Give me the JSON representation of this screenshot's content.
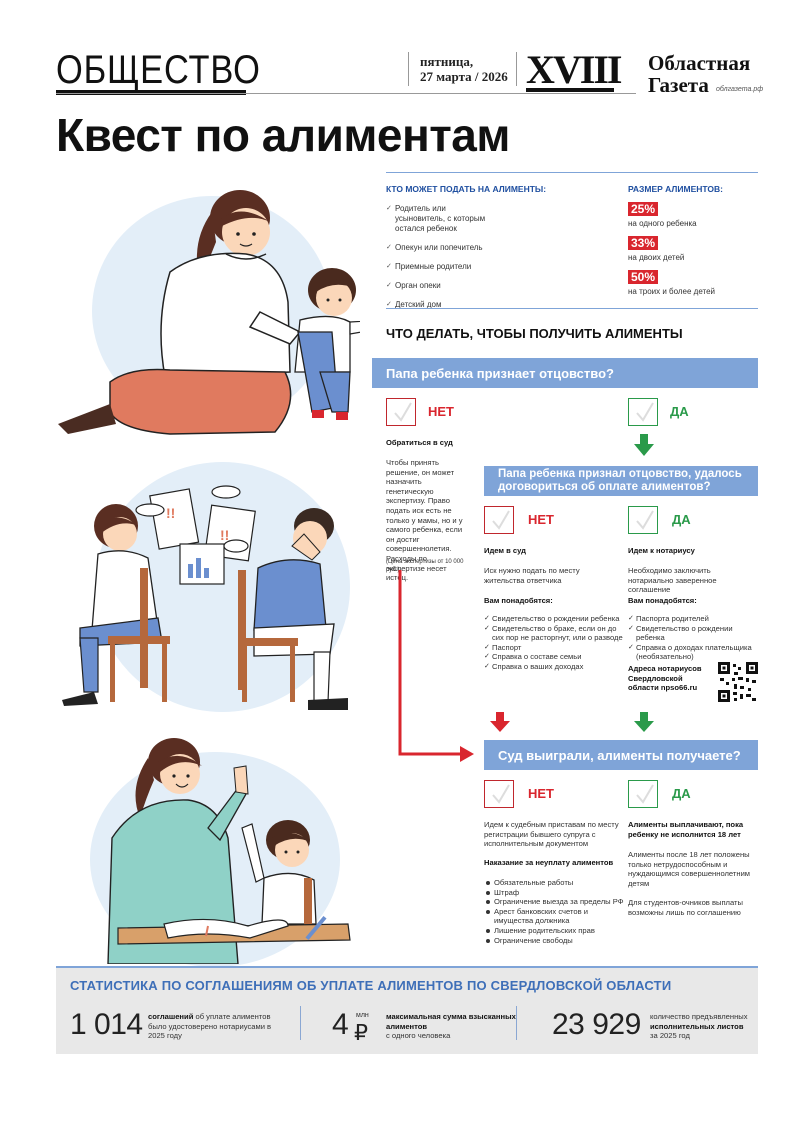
{
  "header": {
    "section": "ОБЩЕСТВО",
    "date_day": "пятница,",
    "date_full": "27 марта / 2026",
    "page_number": "XVIII",
    "brand_line1": "Областная",
    "brand_line2": "Газета",
    "brand_site": "облгазета.рф"
  },
  "headline": "Квест по алиментам",
  "who": {
    "title": "КТО МОЖЕТ ПОДАТЬ НА АЛИМЕНТЫ:",
    "items": [
      "Родитель или усыновитель, с которым остался ребенок",
      "Опекун или попечитель",
      "Приемные родители",
      "Орган опеки",
      "Детский дом"
    ]
  },
  "size": {
    "title": "РАЗМЕР АЛИМЕНТОВ:",
    "items": [
      {
        "pct": "25%",
        "caption": "на одного ребенка"
      },
      {
        "pct": "33%",
        "caption": "на двоих детей"
      },
      {
        "pct": "50%",
        "caption": "на троих и более детей"
      }
    ]
  },
  "what_title": "ЧТО ДЕЛАТЬ, ЧТОБЫ ПОЛУЧИТЬ АЛИМЕНТЫ",
  "q1": {
    "question": "Папа ребенка признает отцовство?",
    "no": "НЕТ",
    "yes": "ДА",
    "no_head": "Обратиться в суд",
    "no_text": "Чтобы принять решение, он может назначить генетическую экспертизу. Право подать иск есть не только у мамы, но и у самого ребенка, если он достиг совершеннолетия. Расходы по экспертизе несет истец.",
    "no_note": "(Цена экспертизы от 10 000 руб.)"
  },
  "q2": {
    "question": "Папа ребенка признал отцовство, удалось договориться об оплате алиментов?",
    "no": "НЕТ",
    "yes": "ДА",
    "no_head": "Идем в суд",
    "no_text": "Иск нужно подать по месту жительства ответчика",
    "need": "Вам понадобятся:",
    "no_docs": [
      "Свидетельство о рождении ребенка",
      "Свидетельство о браке, если он до сих пор не расторгнут, или о разводе",
      "Паспорт",
      "Справка о составе семьи",
      "Справка о ваших доходах"
    ],
    "yes_head": "Идем к нотариусу",
    "yes_text": "Необходимо заключить нотариально заверенное соглашение",
    "yes_docs": [
      "Паспорта родителей",
      "Свидетельство о рождении ребенка",
      "Справка о доходах плательщика (необязательно)"
    ],
    "notary": "Адреса нотариусов Свердловской области npso66.ru"
  },
  "q3": {
    "question": "Суд выиграли, алименты получаете?",
    "no": "НЕТ",
    "yes": "ДА",
    "no_text": "Идем к судебным приставам по месту регистрации бывшего супруга с исполнительным документом",
    "penalty_head": "Наказание за неуплату алиментов",
    "penalties": [
      "Обязательные работы",
      "Штраф",
      "Ограничение выезда за пределы РФ",
      "Арест банковских счетов и имущества должника",
      "Лишение родительских прав",
      "Ограничение свободы"
    ],
    "yes_head": "Алименты выплачивают, пока ребенку не исполнится 18 лет",
    "yes_text1": "Алименты после 18 лет положены только нетрудоспособным и нуждающимся совершеннолетним детям",
    "yes_text2": "Для студентов-очников выплаты возможны лишь по соглашению"
  },
  "stats": {
    "title": "СТАТИСТИКА ПО СОГЛАШЕНИЯМ ОБ УПЛАТЕ АЛИМЕНТОВ ПО СВЕРДЛОВСКОЙ ОБЛАСТИ",
    "s1_value": "1 014",
    "s1_bold": "соглашений",
    "s1_text": "об уплате алиментов было удостоверено нотариусами в 2025 году",
    "s2_value": "4",
    "s2_unit_top": "млн",
    "s2_unit": "₽",
    "s2_bold": "максимальная сумма взысканных алиментов",
    "s2_text": "с одного человека",
    "s3_value": "23 929",
    "s3_text": "количество предъявленных",
    "s3_bold": "исполнительных листов",
    "s3_text2": "за 2025 год"
  },
  "colors": {
    "accent_blue": "#7fa4d8",
    "red": "#d9262e",
    "green": "#2a9a4a",
    "title_blue": "#1f4fa0"
  }
}
